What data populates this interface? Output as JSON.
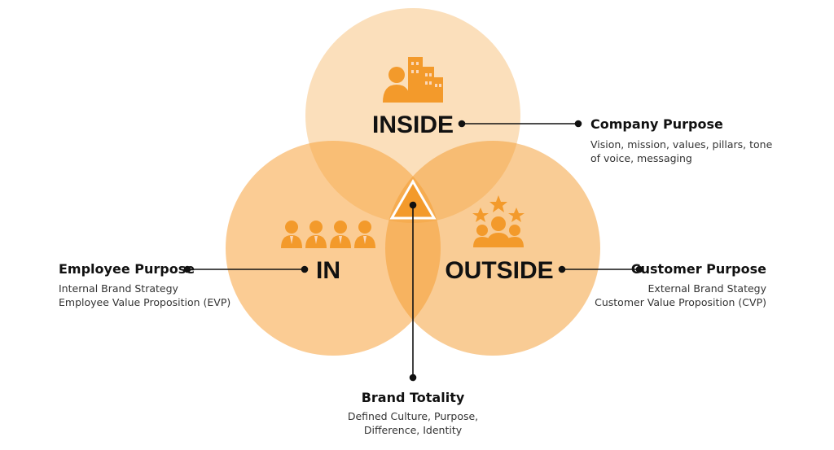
{
  "circles": {
    "inside": {
      "label": "INSIDE",
      "icon": "office-worker-building-icon",
      "color": "#f9d3b6"
    },
    "in": {
      "label": "IN",
      "icon": "employees-group-icon",
      "color": "#fbc98f"
    },
    "outside": {
      "label": "OUTSIDE",
      "icon": "customers-stars-icon",
      "color": "#f7b784"
    }
  },
  "center": {
    "icon": "triangle-icon",
    "color": "#f39a2b"
  },
  "callouts": {
    "company": {
      "title": "Company Purpose",
      "desc_1": "Vision, mission, values, pillars, tone",
      "desc_2": "of voice, messaging"
    },
    "employee": {
      "title": "Employee Purpose",
      "desc_1": "Internal Brand Strategy",
      "desc_2": "Employee Value Proposition (EVP)"
    },
    "customer": {
      "title": "Customer Purpose",
      "desc_1": "External Brand Stategy",
      "desc_2": "Customer Value Proposition (CVP)"
    },
    "brand": {
      "title": "Brand Totality",
      "desc_1": "Defined Culture, Purpose,",
      "desc_2": "Difference, Identity"
    }
  },
  "icon_color": "#f39a2b"
}
